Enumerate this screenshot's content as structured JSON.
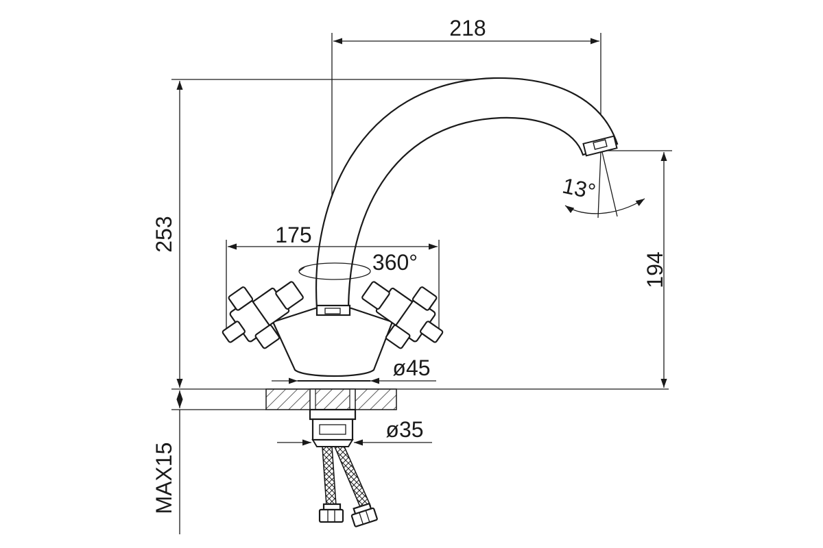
{
  "drawing": {
    "width_label": "218",
    "height_label": "253",
    "spout_height_label": "194",
    "span_label": "175",
    "rotation_label": "360°",
    "angle_label": "13°",
    "base_diameter_label": "ø45",
    "shank_diameter_label": "ø35",
    "max_thickness_label": "MAX15"
  }
}
